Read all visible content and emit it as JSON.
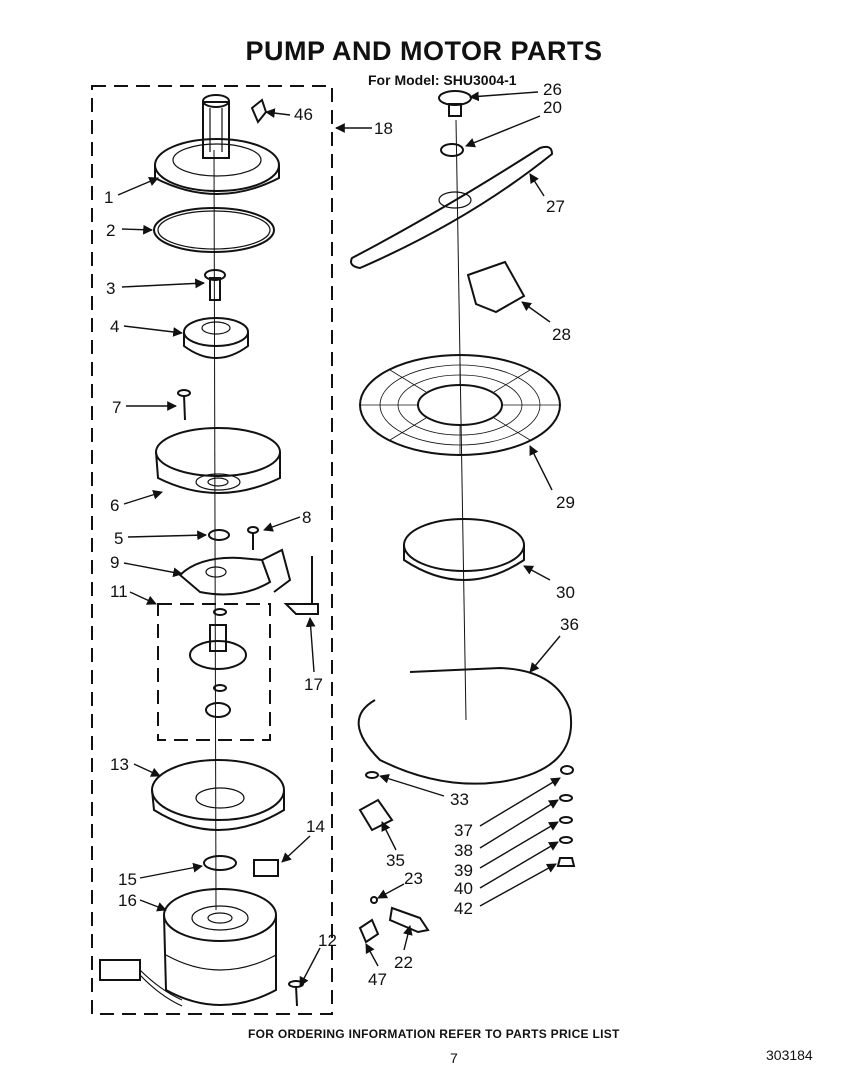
{
  "title": "PUMP AND MOTOR PARTS",
  "subtitle": "For Model: SHU3004-1",
  "footer": "FOR ORDERING INFORMATION REFER TO PARTS PRICE LIST",
  "page_number": "7",
  "drawing_number": "303184",
  "callouts": {
    "c1": "1",
    "c2": "2",
    "c3": "3",
    "c4": "4",
    "c5": "5",
    "c6": "6",
    "c7": "7",
    "c8": "8",
    "c9": "9",
    "c11": "11",
    "c12": "12",
    "c13": "13",
    "c14": "14",
    "c15": "15",
    "c16": "16",
    "c17": "17",
    "c18": "18",
    "c20": "20",
    "c22": "22",
    "c23": "23",
    "c26": "26",
    "c27": "27",
    "c28": "28",
    "c29": "29",
    "c30": "30",
    "c33": "33",
    "c35": "35",
    "c36": "36",
    "c37": "37",
    "c38": "38",
    "c39": "39",
    "c40": "40",
    "c42": "42",
    "c46": "46",
    "c47": "47"
  }
}
